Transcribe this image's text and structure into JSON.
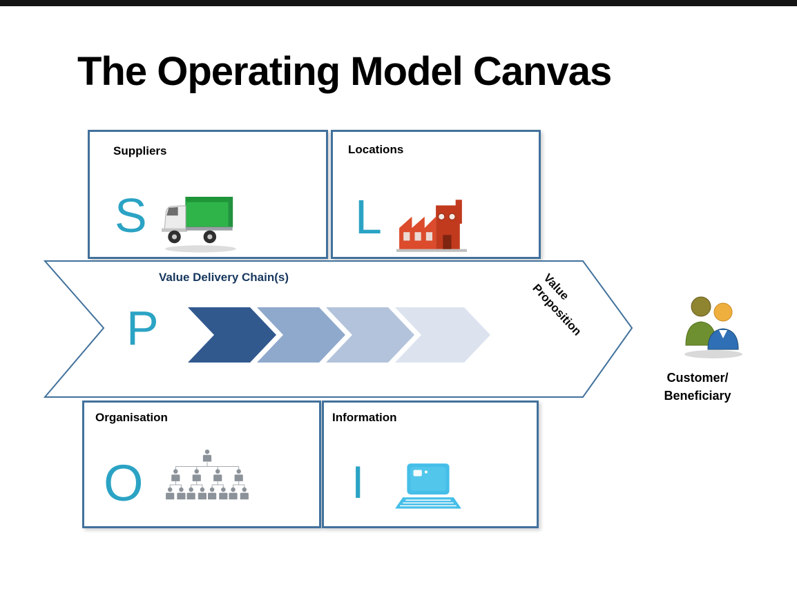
{
  "title": "The Operating Model Canvas",
  "colors": {
    "border": "#41719C",
    "letter": "#2BA3C4",
    "navy": "#17375E",
    "chev1": "#31598E",
    "chev2": "#8FA9CC",
    "chev3": "#B3C3DB",
    "chev4": "#DCE3EF"
  },
  "boxes": {
    "suppliers": {
      "label": "Suppliers",
      "letter": "S",
      "icon": "truck-icon"
    },
    "locations": {
      "label": "Locations",
      "letter": "L",
      "icon": "factory-icon"
    },
    "organisation": {
      "label": "Organisation",
      "letter": "O",
      "icon": "org-chart-icon"
    },
    "information": {
      "label": "Information",
      "letter": "I",
      "icon": "laptop-icon"
    }
  },
  "banner": {
    "label": "Value Delivery Chain(s)",
    "letter": "P",
    "value_proposition": [
      "Value",
      "Proposition"
    ]
  },
  "customer": {
    "icon": "customers-icon",
    "line1": "Customer/",
    "line2": "Beneficiary"
  }
}
